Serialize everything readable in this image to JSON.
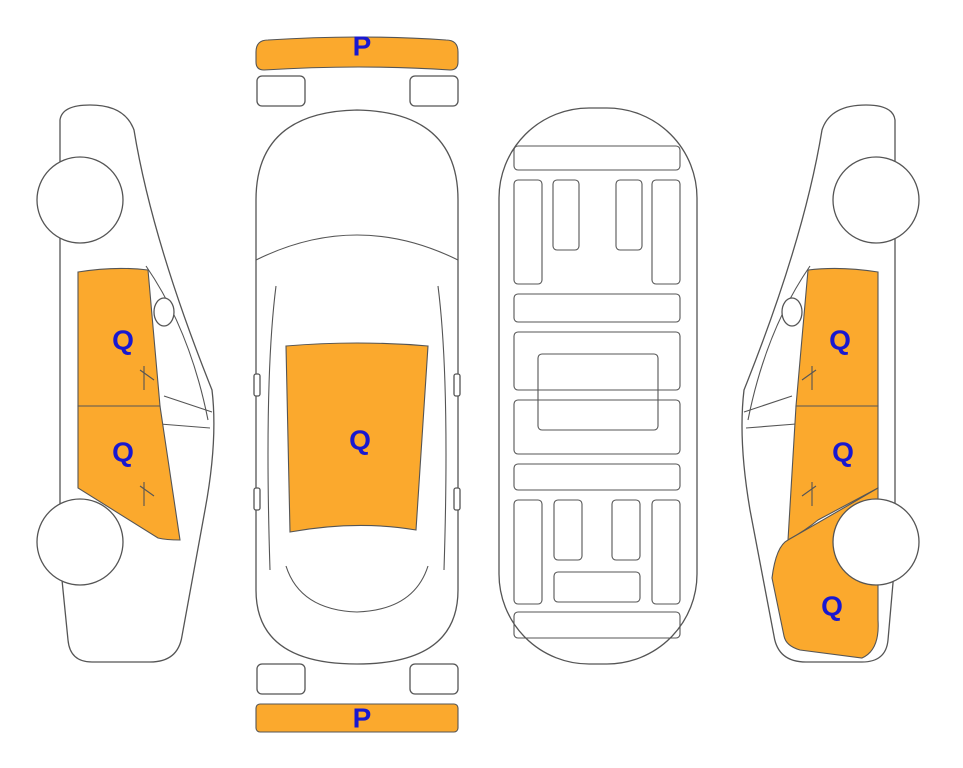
{
  "colors": {
    "highlight": "#FBA92D",
    "label": "#1818D0",
    "outline": "#555555"
  },
  "marks": {
    "front_bumper": "P",
    "rear_bumper": "P",
    "roof": "Q",
    "left_front_door": "Q",
    "left_rear_door": "Q",
    "right_front_door": "Q",
    "right_rear_door": "Q",
    "right_rear_quarter": "Q"
  }
}
